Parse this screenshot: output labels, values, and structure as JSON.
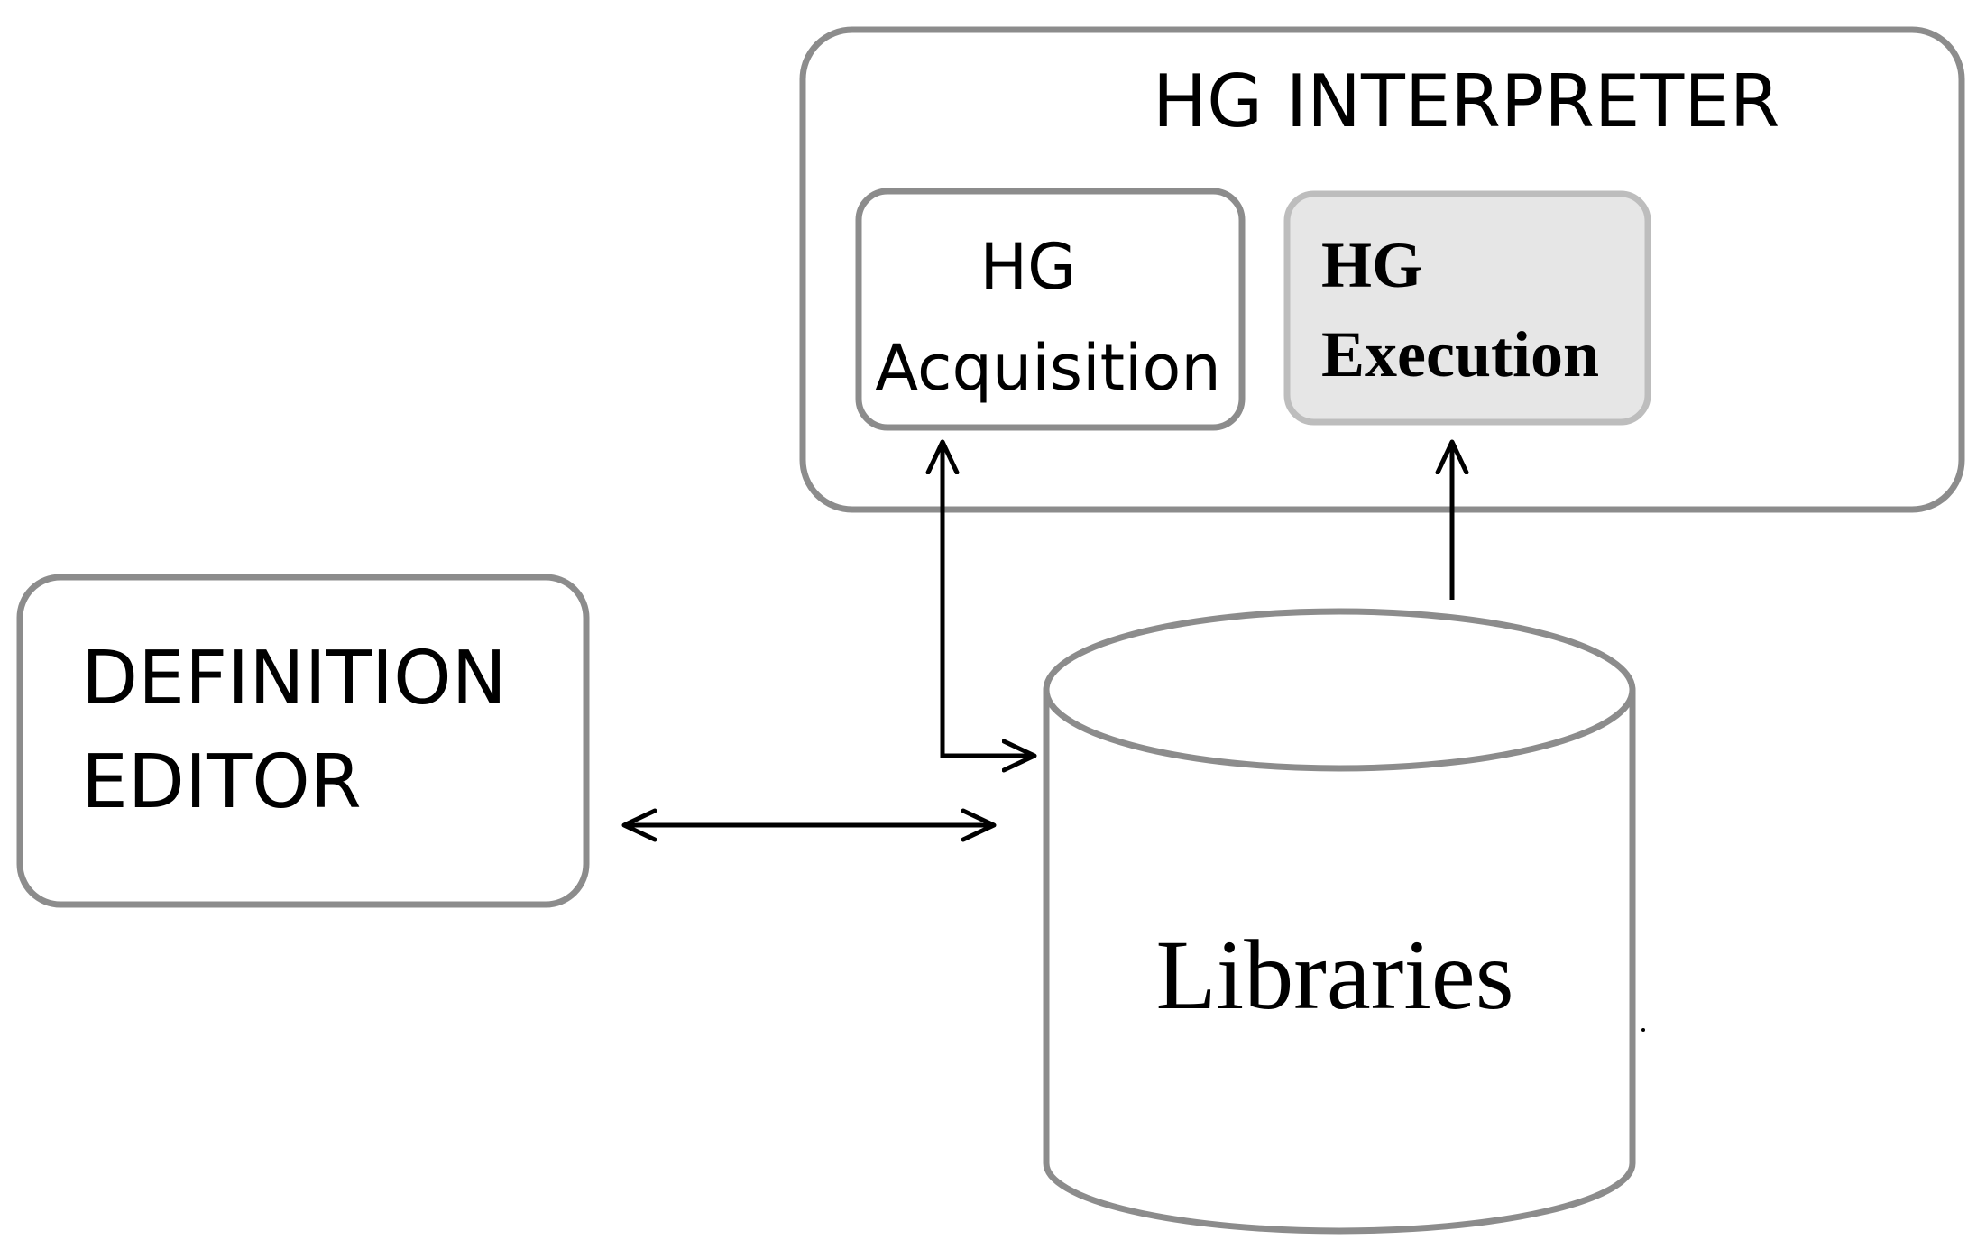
{
  "interpreter": {
    "title": "HG INTERPRETER"
  },
  "acquisition": {
    "line1": "HG",
    "line2": "Acquisition"
  },
  "execution": {
    "line1": "HG",
    "line2": "Execution"
  },
  "editor": {
    "line1": "DEFINITION",
    "line2": "EDITOR"
  },
  "libraries": {
    "label": "Libraries"
  },
  "colors": {
    "box_stroke": "#8c8c8c",
    "execution_fill": "#e6e6e6",
    "arrow": "#000000",
    "text": "#000000"
  }
}
